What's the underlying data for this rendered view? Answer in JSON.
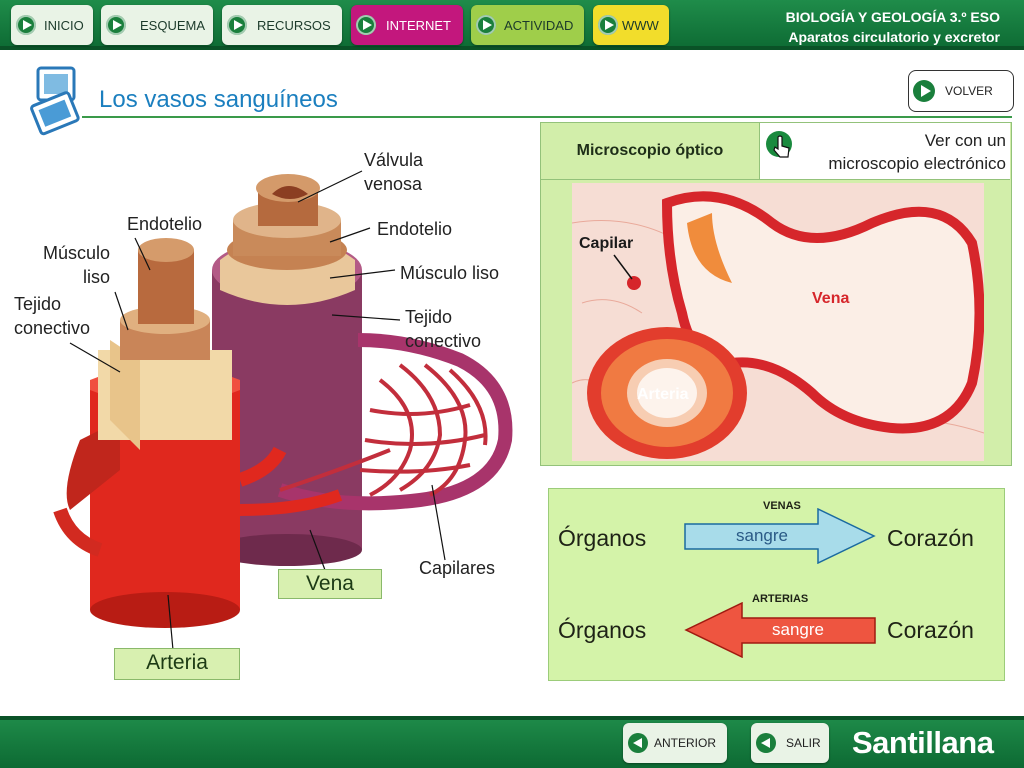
{
  "nav": {
    "items": [
      {
        "label": "INICIO",
        "color": "#e9f3e6"
      },
      {
        "label": "ESQUEMA",
        "color": "#e9f3e6"
      },
      {
        "label": "RECURSOS",
        "color": "#e9f3e6"
      },
      {
        "label": "INTERNET",
        "color": "#c3177d"
      },
      {
        "label": "ACTIVIDAD",
        "color": "#9fce4a"
      },
      {
        "label": "WWW",
        "color": "#f2dd2b"
      }
    ],
    "title_line1": "BIOLOGÍA Y GEOLOGÍA 3.º ESO",
    "title_line2": "Aparatos circulatorio y excretor"
  },
  "header": {
    "title": "Los vasos sanguíneos",
    "back_label": "VOLVER"
  },
  "illustration": {
    "labels": {
      "valvula_venosa_1": "Válvula",
      "valvula_venosa_2": "venosa",
      "endotelio_left": "Endotelio",
      "endotelio_right": "Endotelio",
      "musculo_liso_left_1": "Músculo",
      "musculo_liso_left_2": "liso",
      "musculo_liso_right": "Músculo liso",
      "tejido_conectivo_left_1": "Tejido",
      "tejido_conectivo_left_2": "conectivo",
      "tejido_conectivo_right_1": "Tejido",
      "tejido_conectivo_right_2": "conectivo",
      "capilares": "Capilares",
      "vena": "Vena",
      "arteria": "Arteria"
    }
  },
  "microscope": {
    "header_left": "Microscopio óptico",
    "header_right_1": "Ver con un",
    "header_right_2": "microscopio electrónico",
    "labels": {
      "capilar": "Capilar",
      "vena": "Vena",
      "arteria": "Arteria"
    }
  },
  "flow": {
    "venas_caption": "VENAS",
    "arterias_caption": "ARTERIAS",
    "row1_left": "Órganos",
    "row1_right": "Corazón",
    "row1_arrow": "sangre",
    "row2_left": "Órganos",
    "row2_right": "Corazón",
    "row2_arrow": "sangre",
    "vein_arrow_color": "#a8dcea",
    "artery_arrow_color": "#ee5540"
  },
  "footer": {
    "prev_label": "ANTERIOR",
    "exit_label": "SALIR",
    "brand": "Santillana"
  }
}
